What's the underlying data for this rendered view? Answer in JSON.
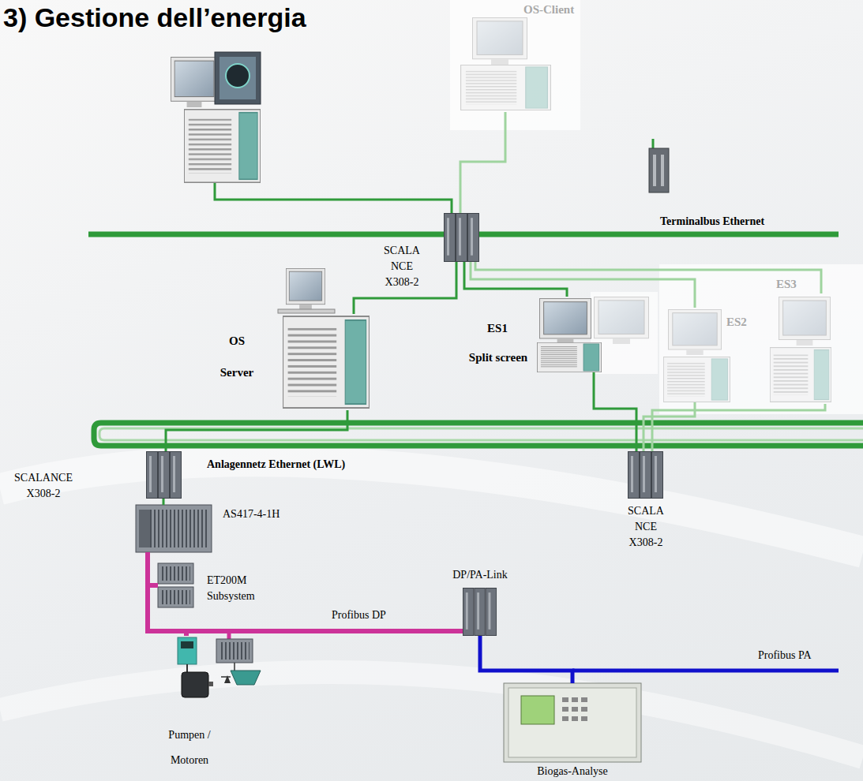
{
  "diagram": {
    "title": "3) Gestione dell’energia",
    "nodes": [
      {
        "text": [
          "OS-Client"
        ]
      },
      {
        "text": [
          "SCALA NCE X308-2"
        ]
      },
      {
        "text": [
          "OS Server"
        ]
      },
      {
        "text": [
          "ES1",
          "Split screen"
        ]
      },
      {
        "text": [
          "ES2"
        ]
      },
      {
        "text": [
          "ES3"
        ]
      },
      {
        "text": [
          "SCALANCE X308-2"
        ]
      },
      {
        "text": [
          "AS417-4-1H"
        ]
      },
      {
        "text": [
          "SCALA NCE X308-2"
        ]
      },
      {
        "text": [
          "ET200M Subsystem"
        ]
      },
      {
        "text": [
          "DP/PA-Link"
        ]
      },
      {
        "text": [
          "Pumpen / Motoren"
        ]
      },
      {
        "text": [
          "Biogas-Analyse"
        ]
      }
    ],
    "edges": [
      {
        "from": 0,
        "to": 1,
        "arrow": "none"
      },
      {
        "from": 2,
        "to": 1,
        "arrow": "none"
      },
      {
        "from": 3,
        "to": 1,
        "arrow": "none"
      },
      {
        "from": 4,
        "to": 1,
        "arrow": "none"
      },
      {
        "from": 5,
        "to": 1,
        "arrow": "none"
      },
      {
        "from": 2,
        "to": 6,
        "arrow": "none"
      },
      {
        "from": 3,
        "to": 8,
        "arrow": "none"
      },
      {
        "from": 4,
        "to": 8,
        "arrow": "none"
      },
      {
        "from": 5,
        "to": 8,
        "arrow": "none"
      },
      {
        "from": 6,
        "to": 7,
        "arrow": "none"
      },
      {
        "from": 7,
        "to": 9,
        "arrow": "none"
      },
      {
        "from": 7,
        "to": 11,
        "arrow": "none"
      },
      {
        "from": 7,
        "to": 10,
        "arrow": "none"
      },
      {
        "from": 10,
        "to": 12,
        "arrow": "none"
      }
    ],
    "labels": [
      "Terminalbus Ethernet",
      "Anlagennetz Ethernet (LWL)",
      "Profibus DP",
      "Profibus PA"
    ]
  }
}
